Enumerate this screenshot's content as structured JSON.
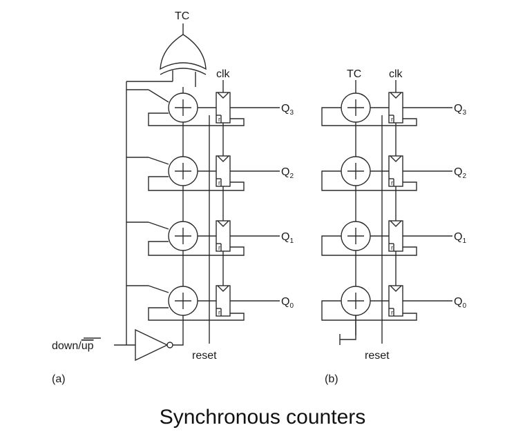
{
  "panel_a": {
    "tc_label": "TC",
    "clk_label": "clk",
    "reset_label": "reset",
    "down_label": "down/",
    "up_label": "up",
    "tag": "(a)",
    "outputs": [
      {
        "letter": "Q",
        "sub": "3"
      },
      {
        "letter": "Q",
        "sub": "2"
      },
      {
        "letter": "Q",
        "sub": "1"
      },
      {
        "letter": "Q",
        "sub": "0"
      }
    ]
  },
  "panel_b": {
    "tc_label": "TC",
    "clk_label": "clk",
    "reset_label": "reset",
    "tag": "(b)",
    "outputs": [
      {
        "letter": "Q",
        "sub": "3"
      },
      {
        "letter": "Q",
        "sub": "2"
      },
      {
        "letter": "Q",
        "sub": "1"
      },
      {
        "letter": "Q",
        "sub": "0"
      }
    ]
  },
  "flipflop_reset_mark": "r",
  "adder_symbol": "+",
  "caption": "Synchronous counters"
}
